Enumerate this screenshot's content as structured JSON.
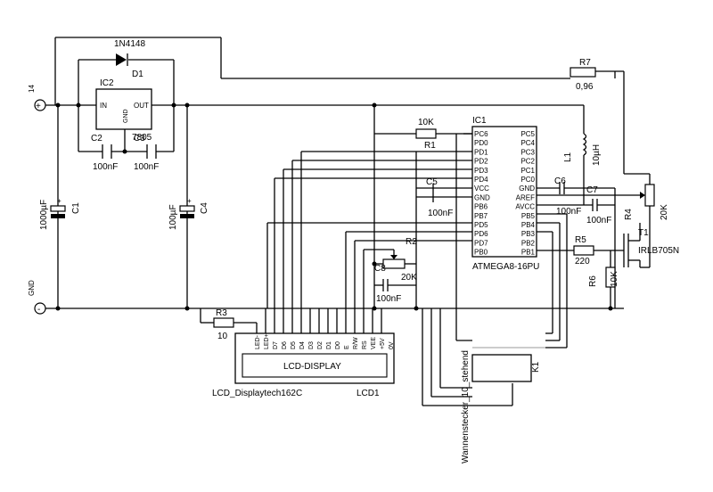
{
  "power": {
    "plus": "+",
    "minus": "-",
    "label_14": "14",
    "label_gnd": "GND"
  },
  "d1": {
    "part": "1N4148",
    "ref": "D1"
  },
  "ic2": {
    "ref": "IC2",
    "part": "7805",
    "in": "IN",
    "out": "OUT",
    "gnd": "GND"
  },
  "c2": {
    "ref": "C2",
    "value": "100nF"
  },
  "c3": {
    "ref": "C3",
    "value": "100nF"
  },
  "c1": {
    "ref": "C1",
    "value": "1000µF",
    "plus": "+"
  },
  "c4": {
    "ref": "C4",
    "value": "100µF",
    "plus": "+"
  },
  "r1": {
    "ref": "R1",
    "value": "10K"
  },
  "r2": {
    "ref": "R2",
    "value": "20K"
  },
  "r3": {
    "ref": "R3",
    "value": "10"
  },
  "r4": {
    "ref": "R4",
    "value": "20K"
  },
  "r5": {
    "ref": "R5",
    "value": "220"
  },
  "r6": {
    "ref": "R6",
    "value": "10K"
  },
  "r7": {
    "ref": "R7",
    "value": "0,96"
  },
  "c5": {
    "ref": "C5",
    "value": "100nF"
  },
  "c6": {
    "ref": "C6",
    "value": "100nF"
  },
  "c7": {
    "ref": "C7",
    "value": "100nF"
  },
  "c8": {
    "ref": "C8",
    "value": "100nF"
  },
  "l1": {
    "ref": "L1",
    "value": "10µH"
  },
  "t1": {
    "ref": "T1",
    "part": "IRLB705N"
  },
  "ic1": {
    "ref": "IC1",
    "part": "ATMEGA8-16PU",
    "left_pins": [
      "PC6",
      "PD0",
      "PD1",
      "PD2",
      "PD3",
      "PD4",
      "VCC",
      "GND",
      "PB6",
      "PB7",
      "PD5",
      "PD6",
      "PD7",
      "PB0"
    ],
    "right_pins": [
      "PC5",
      "PC4",
      "PC3",
      "PC2",
      "PC1",
      "PC0",
      "GND",
      "AREF",
      "AVCC",
      "PB5",
      "PB4",
      "PB3",
      "PB2",
      "PB1"
    ]
  },
  "lcd": {
    "display_text": "LCD-DISPLAY",
    "part": "LCD_Displaytech162C",
    "ref": "LCD1",
    "pins": [
      "LED-",
      "LED+",
      "D7",
      "D6",
      "D5",
      "D4",
      "D3",
      "D2",
      "D1",
      "D0",
      "E",
      "R/W",
      "RS",
      "VEE",
      "+5V",
      "0V"
    ]
  },
  "k1": {
    "ref": "K1",
    "part": "Wannenstecker_10_stehend"
  }
}
